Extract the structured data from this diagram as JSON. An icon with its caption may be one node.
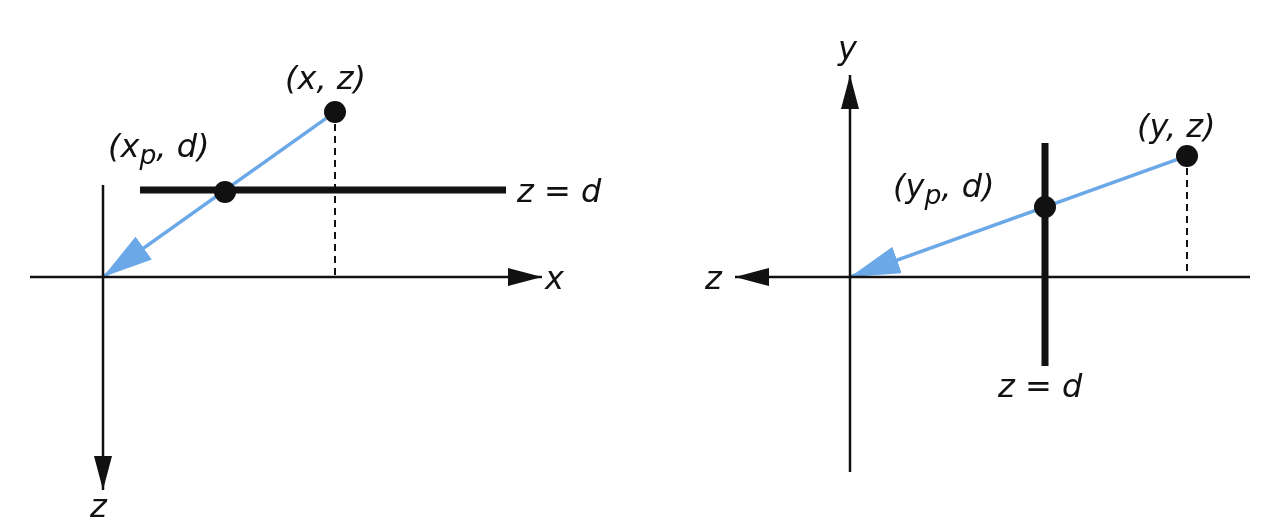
{
  "diagram": {
    "nodes": [
      {
        "text": [],
        "shape": "circle",
        "beside": [
          "(x, z)"
        ]
      },
      {
        "text": [],
        "shape": "circle",
        "beside": [
          "(x$_{p}$, d)"
        ]
      },
      {
        "text": [],
        "shape": "circle",
        "beside": [
          "(y, z)"
        ]
      },
      {
        "text": [],
        "shape": "circle",
        "beside": [
          "(y$_{p}$, d)"
        ]
      }
    ],
    "edges": [
      {
        "from": 0,
        "to": null,
        "arrow": "to",
        "color": "#6aa8e8"
      },
      {
        "from": 2,
        "to": null,
        "arrow": "to",
        "color": "#6aa8e8"
      }
    ],
    "labels": [
      "z = d",
      "x",
      "z",
      "y",
      "z",
      "z = d"
    ]
  }
}
